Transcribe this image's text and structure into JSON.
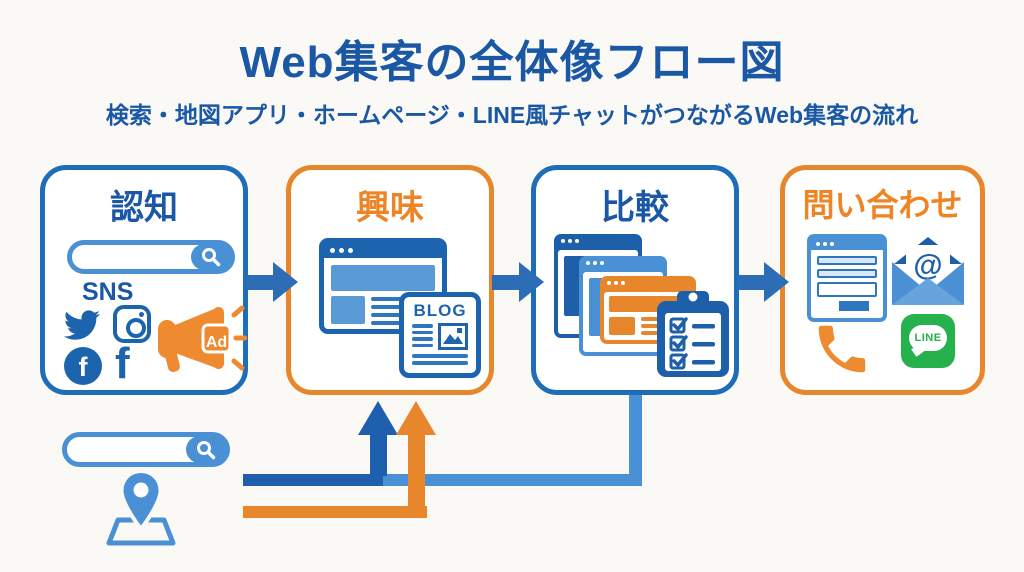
{
  "header": {
    "title": "Web集客の全体像フロー図",
    "subtitle": "検索・地図アプリ・ホームページ・LINE風チャットがつながるWeb集客の流れ"
  },
  "stages": {
    "awareness": {
      "label": "認知",
      "sns_label": "SNS",
      "ad_label": "Ad",
      "facebook_letter": "f"
    },
    "interest": {
      "label": "興味",
      "blog_label": "BLOG"
    },
    "comparison": {
      "label": "比較"
    },
    "inquiry": {
      "label": "問い合わせ",
      "at_symbol": "@",
      "line_label": "LINE"
    }
  },
  "colors": {
    "blue_dark": "#1a57a5",
    "blue_border": "#1e6db8",
    "blue_mid": "#4a90d5",
    "blue_icon": "#1d64ae",
    "orange": "#e8862c",
    "line_green": "#25b24c",
    "background": "#faf9f5"
  }
}
